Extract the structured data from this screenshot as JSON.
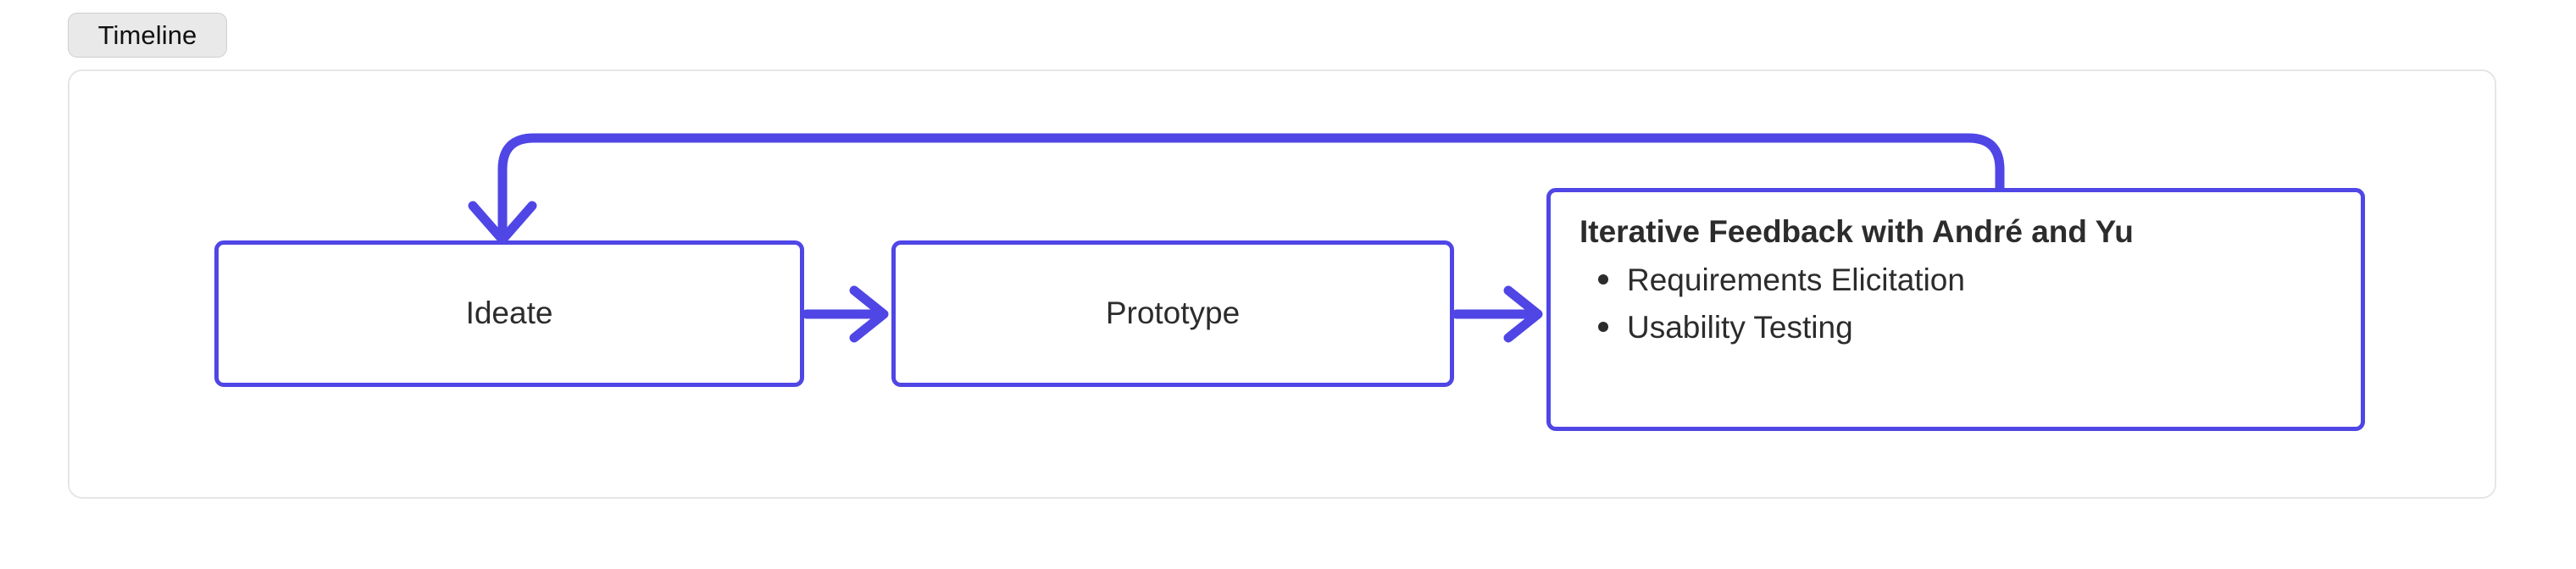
{
  "badge": {
    "label": "Timeline"
  },
  "colors": {
    "accent": "#4f46e5",
    "panel_border": "#e6e6e6",
    "badge_background": "#e9e9e9",
    "badge_border": "#cfcfcf",
    "text": "#2c2c2c"
  },
  "flow": {
    "nodes": [
      {
        "id": "ideate",
        "label": "Ideate"
      },
      {
        "id": "prototype",
        "label": "Prototype"
      }
    ],
    "feedback_node": {
      "title": "Iterative Feedback with André and Yu",
      "items": [
        "Requirements Elicitation",
        "Usability Testing"
      ]
    },
    "connectors": [
      {
        "id": "ideate-to-prototype",
        "icon": "arrow-right-icon"
      },
      {
        "id": "prototype-to-feedback",
        "icon": "arrow-right-icon"
      },
      {
        "id": "feedback-loop-to-ideate",
        "icon": "arrow-down-icon"
      }
    ]
  }
}
